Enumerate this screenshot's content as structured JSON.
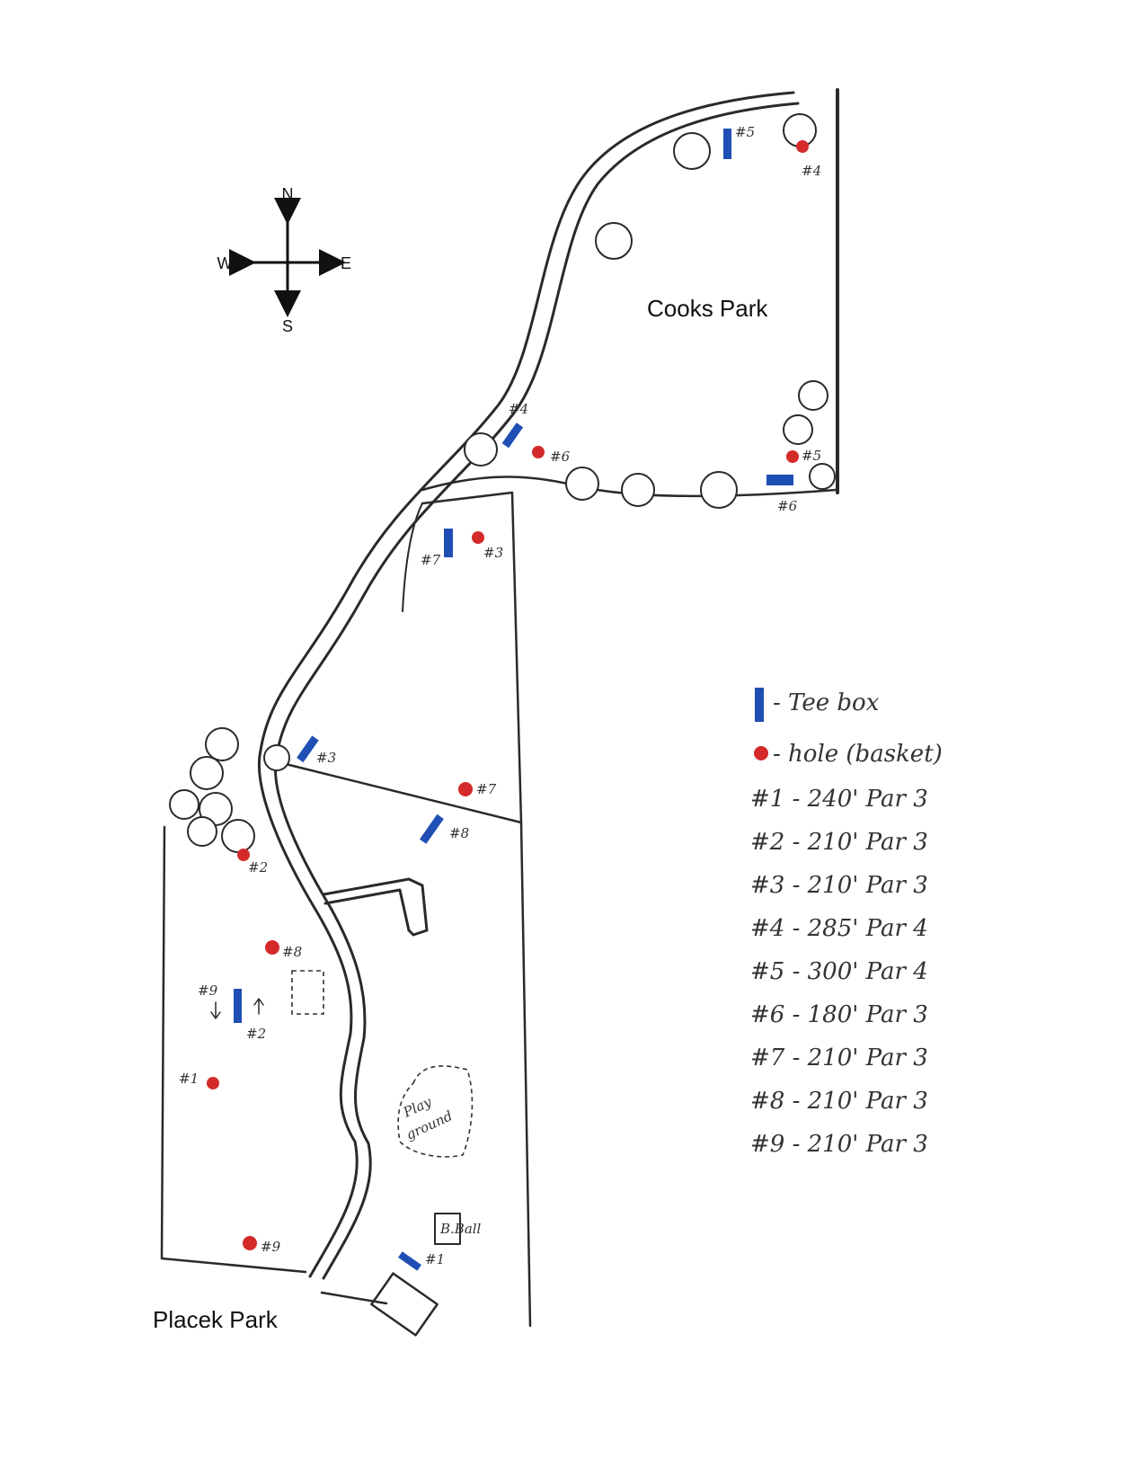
{
  "parks": {
    "north": "Cooks Park",
    "south": "Placek Park"
  },
  "compass": {
    "n": "N",
    "e": "E",
    "s": "S",
    "w": "W"
  },
  "legend": {
    "tee_box": "- Tee box",
    "hole": "- hole (basket)",
    "holes": [
      "#1 - 240' Par 3",
      "#2 - 210' Par 3",
      "#3 - 210' Par 3",
      "#4 - 285' Par 4",
      "#5 - 300' Par 4",
      "#6 - 180' Par 3",
      "#7 - 210' Par 3",
      "#8 - 210' Par 3",
      "#9 - 210' Par 3"
    ]
  },
  "map_labels": {
    "tee1": "#1",
    "tee2": "#2",
    "tee3": "#3",
    "tee4": "#4",
    "tee5": "#5",
    "tee6": "#6",
    "tee7": "#7",
    "tee8": "#8",
    "tee9": "#9",
    "basket1": "#1",
    "basket2": "#2",
    "basket3": "#3",
    "basket4": "#4",
    "basket5": "#5",
    "basket6": "#6",
    "basket7": "#7",
    "basket8": "#8",
    "basket9": "#9",
    "playground_1": "Play",
    "playground_2": "ground",
    "bball": "B.Ball"
  },
  "colors": {
    "tee_box": "#1f4fb5",
    "basket": "#d42a2a",
    "ink": "#2a2a2a"
  }
}
